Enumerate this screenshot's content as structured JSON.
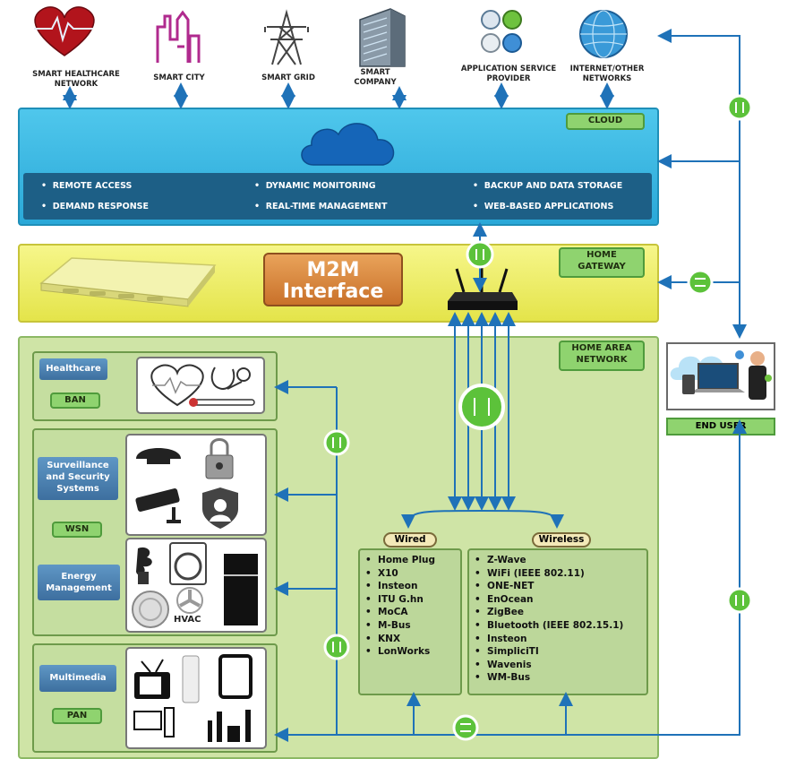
{
  "top_nodes": [
    {
      "label": "SMART HEALTHCARE\nNETWORK",
      "icon": "heart-icon"
    },
    {
      "label": "SMART CITY",
      "icon": "city-icon"
    },
    {
      "label": "SMART GRID",
      "icon": "power-tower-icon"
    },
    {
      "label": "SMART\nCOMPANY",
      "icon": "building-icon"
    },
    {
      "label": "APPLICATION SERVICE\nPROVIDER",
      "icon": "service-icons"
    },
    {
      "label": "INTERNET/OTHER\nNETWORKS",
      "icon": "globe-icon"
    }
  ],
  "cloud": {
    "tag": "CLOUD",
    "items": [
      "REMOTE ACCESS",
      "DYNAMIC MONITORING",
      "BACKUP AND DATA STORAGE",
      "DEMAND RESPONSE",
      "REAL-TIME MANAGEMENT",
      "WEB-BASED APPLICATIONS"
    ]
  },
  "gateway": {
    "tag": "HOME\nGATEWAY",
    "m2m_line1": "M2M",
    "m2m_line2": "Interface"
  },
  "han": {
    "tag": "HOME AREA\nNETWORK",
    "healthcare": {
      "label": "Healthcare",
      "network": "BAN"
    },
    "surveillance": {
      "label": "Surveillance\nand Security\nSystems",
      "network": "WSN"
    },
    "energy": {
      "label": "Energy\nManagement",
      "hvac": "HVAC"
    },
    "multimedia": {
      "label": "Multimedia",
      "network": "PAN"
    },
    "wired": {
      "title": "Wired",
      "items": [
        "Home Plug",
        "X10",
        "Insteon",
        "ITU G.hn",
        "MoCA",
        "M-Bus",
        "KNX",
        "LonWorks"
      ]
    },
    "wireless": {
      "title": "Wireless",
      "items": [
        "Z-Wave",
        "WiFi (IEEE 802.11)",
        "ONE-NET",
        "EnOcean",
        "ZigBee",
        "Bluetooth (IEEE 802.15.1)",
        "Insteon",
        "SimpliciTI",
        "Wavenis",
        "WM-Bus"
      ]
    }
  },
  "end_user": {
    "label": "END USER"
  },
  "colors": {
    "arrow": "#1f72b8",
    "cloud": "#3bb8e4",
    "gateway": "#eeee6a",
    "han": "#cfe4a6",
    "tag_green": "#8fd36f"
  }
}
